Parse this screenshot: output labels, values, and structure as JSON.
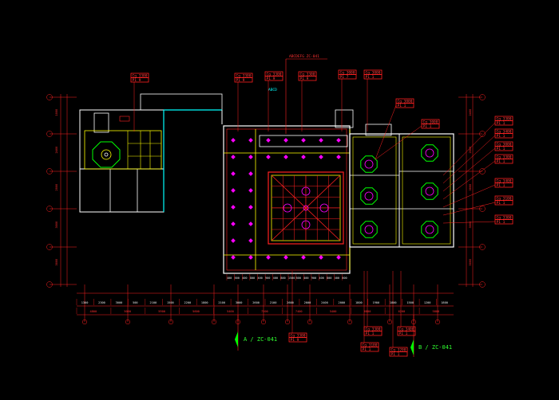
{
  "drawing": {
    "top_note": "ABCDEFG ZC-041",
    "cyan_note": "ABCD",
    "section_left": "A / ZC-041",
    "section_right": "B / ZC-041",
    "colors": {
      "background": "#000000",
      "wall": "#ffffff",
      "dim_line": "#ff2020",
      "ceiling": "#ffff00",
      "fixture": "#00ff00",
      "accent": "#ff00ff",
      "cyan": "#00ffff"
    }
  },
  "tags_top": [
    {
      "id": "tag-t1",
      "a": "Cg 3300",
      "b": "P1 9"
    },
    {
      "id": "tag-t2",
      "a": "Cg 3300",
      "b": "P1 9"
    },
    {
      "id": "tag-t3",
      "a": "Cg 3300",
      "b": "P1 9"
    },
    {
      "id": "tag-t4",
      "a": "Cg 3300",
      "b": "P1 9"
    },
    {
      "id": "tag-t5",
      "a": "Cg 3000",
      "b": "P1 7"
    },
    {
      "id": "tag-t6",
      "a": "Cg 3000",
      "b": "P1 1"
    }
  ],
  "tags_right": [
    {
      "id": "tag-r1",
      "a": "Cg 3000",
      "b": "P1 1"
    },
    {
      "id": "tag-r2",
      "a": "Cg 3000",
      "b": "P1 1"
    },
    {
      "id": "tag-r3",
      "a": "Cg 3300",
      "b": "P1 1"
    },
    {
      "id": "tag-r4",
      "a": "Cg 3400",
      "b": "P1 1"
    },
    {
      "id": "tag-r5",
      "a": "Cg 3000",
      "b": "P1 1"
    },
    {
      "id": "tag-r6",
      "a": "Cg 3300",
      "b": "P1 1"
    },
    {
      "id": "tag-r7",
      "a": "Cg 3400",
      "b": "P1 1"
    },
    {
      "id": "tag-r8",
      "a": "Cg 3100",
      "b": "P1 1"
    },
    {
      "id": "tag-r9",
      "a": "Cg 3300",
      "b": "P1 1"
    }
  ],
  "tags_bottom": [
    {
      "id": "tag-b1",
      "a": "Cg 3300",
      "b": "P1 9"
    },
    {
      "id": "tag-b2",
      "a": "Cg 3300",
      "b": "P1 1"
    },
    {
      "id": "tag-b3",
      "a": "Cg 3400",
      "b": "P1 1"
    },
    {
      "id": "tag-b4",
      "a": "Cg 3100",
      "b": "P1 1"
    },
    {
      "id": "tag-b5",
      "a": "Cg 3200",
      "b": "P1 1"
    }
  ],
  "dims_row1": [
    "1300",
    "2300",
    "3000",
    "500",
    "2100",
    "1500",
    "2200",
    "1800",
    "2100",
    "3000",
    "2600",
    "2100",
    "2600",
    "2000",
    "2400",
    "2000",
    "1800",
    "1900",
    "1800",
    "1500",
    "1200",
    "1800"
  ],
  "dims_row2": [
    "4800",
    "5000",
    "5900",
    "5600",
    "5400",
    "7200",
    "7400",
    "5400",
    "6800",
    "6200",
    "5800"
  ],
  "dims_inner": [
    "400",
    "600",
    "400",
    "800",
    "400",
    "900",
    "400",
    "800",
    "1500",
    "800",
    "400",
    "900",
    "400",
    "800",
    "400",
    "600"
  ],
  "dims_left": [
    "1000",
    "2400",
    "2000",
    "3000",
    "3000"
  ],
  "dims_right": [
    "2400",
    "2000",
    "3000",
    "3000",
    "5000"
  ]
}
